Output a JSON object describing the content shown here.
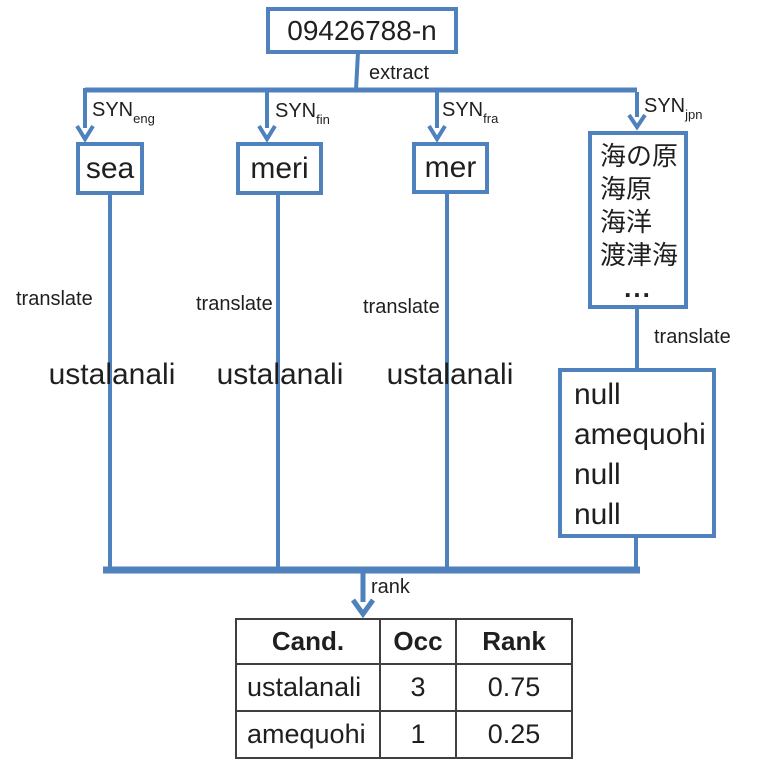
{
  "diagram": {
    "synset_id": "09426788-n",
    "labels": {
      "extract": "extract",
      "rank": "rank"
    },
    "branches": [
      {
        "syn": "SYN",
        "lang": "eng",
        "terms": [
          "sea"
        ],
        "translate_label": "translate",
        "translation": "ustalanali"
      },
      {
        "syn": "SYN",
        "lang": "fin",
        "terms": [
          "meri"
        ],
        "translate_label": "translate",
        "translation": "ustalanali"
      },
      {
        "syn": "SYN",
        "lang": "fra",
        "terms": [
          "mer"
        ],
        "translate_label": "translate",
        "translation": "ustalanali"
      },
      {
        "syn": "SYN",
        "lang": "jpn",
        "terms": [
          "海の原",
          "海原",
          "海洋",
          "渡津海",
          "..."
        ],
        "translate_label": "translate",
        "translations": [
          "null",
          "amequohi",
          "null",
          "null"
        ]
      }
    ]
  },
  "table": {
    "headers": [
      "Cand.",
      "Occ",
      "Rank"
    ],
    "rows": [
      [
        "ustalanali",
        "3",
        "0.75"
      ],
      [
        "amequohi",
        "1",
        "0.25"
      ]
    ]
  },
  "colors": {
    "accent_blue": "#4f81bd",
    "text": "#1f1f1f",
    "table_border": "#3f3f3f"
  }
}
